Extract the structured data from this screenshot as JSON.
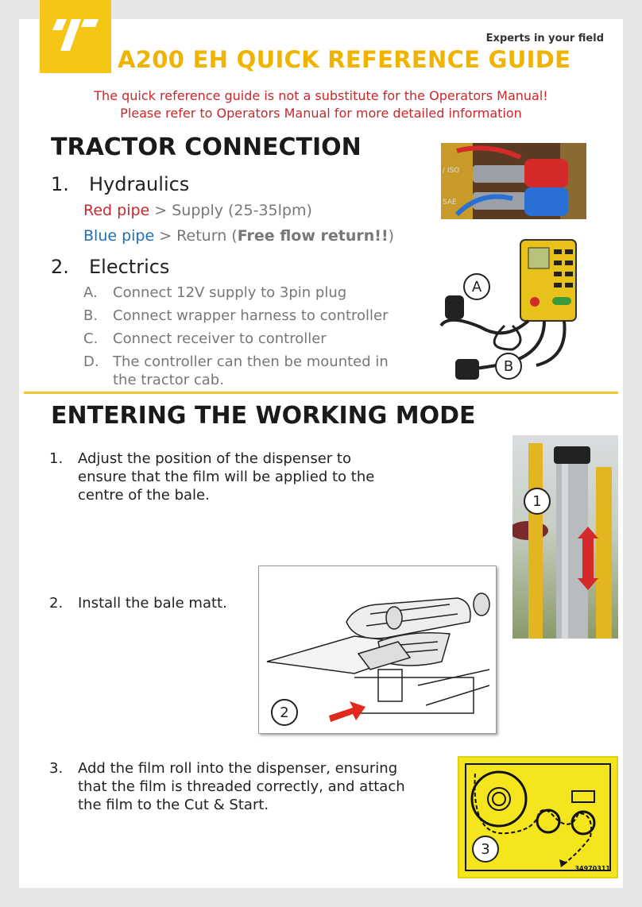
{
  "header": {
    "tagline": "Experts in your field",
    "title": "A200 EH QUICK REFERENCE GUIDE",
    "disclaimer_line1": "The quick reference guide is not a substitute for the Operators Manual!",
    "disclaimer_line2": "Please refer to Operators Manual for more detailed information"
  },
  "tractor": {
    "title": "TRACTOR CONNECTION",
    "hydraulics": {
      "num": "1.",
      "label": "Hydraulics",
      "red_label": "Red pipe",
      "red_rest": " > Supply (25-35lpm)",
      "blue_label": "Blue pipe",
      "blue_rest": " > Return (",
      "blue_bold": "Free flow return!!",
      "blue_close": ")"
    },
    "electrics": {
      "num": "2.",
      "label": "Electrics",
      "items": [
        {
          "letter": "A.",
          "text": "Connect 12V supply to 3pin plug"
        },
        {
          "letter": "B.",
          "text": "Connect wrapper harness to controller"
        },
        {
          "letter": "C.",
          "text": "Connect receiver to controller"
        },
        {
          "letter": "D.",
          "text": "The controller can then be mounted in the tractor cab."
        }
      ]
    },
    "photo_labels": {
      "iso": "/ ISO",
      "sae": "SAE"
    },
    "callout_a": "A",
    "callout_b": "B"
  },
  "working": {
    "title": "ENTERING THE WORKING MODE",
    "steps": [
      {
        "num": "1.",
        "text": "Adjust the position of the dispenser to ensure that the film will be applied to the centre of the bale."
      },
      {
        "num": "2.",
        "text": "Install the bale matt."
      },
      {
        "num": "3.",
        "text": "Add the film roll into the dispenser, ensuring that the film is threaded correctly, and attach the film to the Cut & Start."
      }
    ],
    "callouts": [
      "1",
      "2",
      "3"
    ],
    "sticker_code": "34970311"
  },
  "colors": {
    "brand_yellow": "#f5c518",
    "title_yellow": "#f0b400",
    "warning_red": "#c8282b",
    "blue_pipe": "#1f6fb5"
  }
}
